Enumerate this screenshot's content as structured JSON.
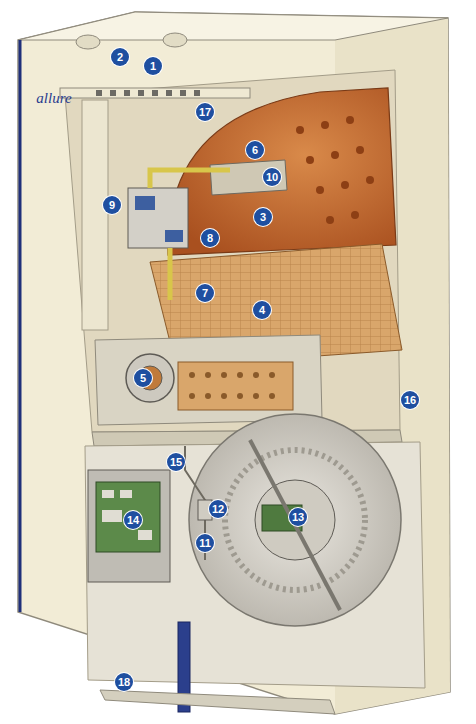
{
  "diagram": {
    "labels": [
      "2",
      "1",
      "allure",
      "17",
      "6",
      "10",
      "9",
      "3",
      "8",
      "7",
      "4",
      "5",
      "16",
      "15",
      "12",
      "14",
      "11",
      "13",
      "18"
    ]
  }
}
